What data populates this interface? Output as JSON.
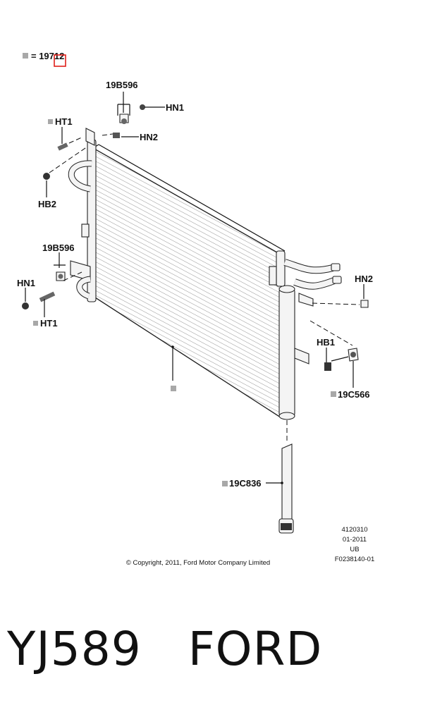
{
  "legend": {
    "text": "= 19712"
  },
  "labels": {
    "top_19b596": "19B596",
    "top_hn1": "HN1",
    "top_ht1": "HT1",
    "top_hn2": "HN2",
    "hb2": "HB2",
    "left_19b596": "19B596",
    "left_hn1": "HN1",
    "left_ht1": "HT1",
    "right_hn2": "HN2",
    "right_hb1": "HB1",
    "p19c566": "19C566",
    "p19c836": "19C836"
  },
  "info": {
    "line1": "4120310",
    "line2": "01-2011",
    "line3": "UB",
    "line4": "F0238140-01"
  },
  "copyright": "© Copyright, 2011, Ford Motor Company Limited",
  "caption": "YJ589   FORD"
}
